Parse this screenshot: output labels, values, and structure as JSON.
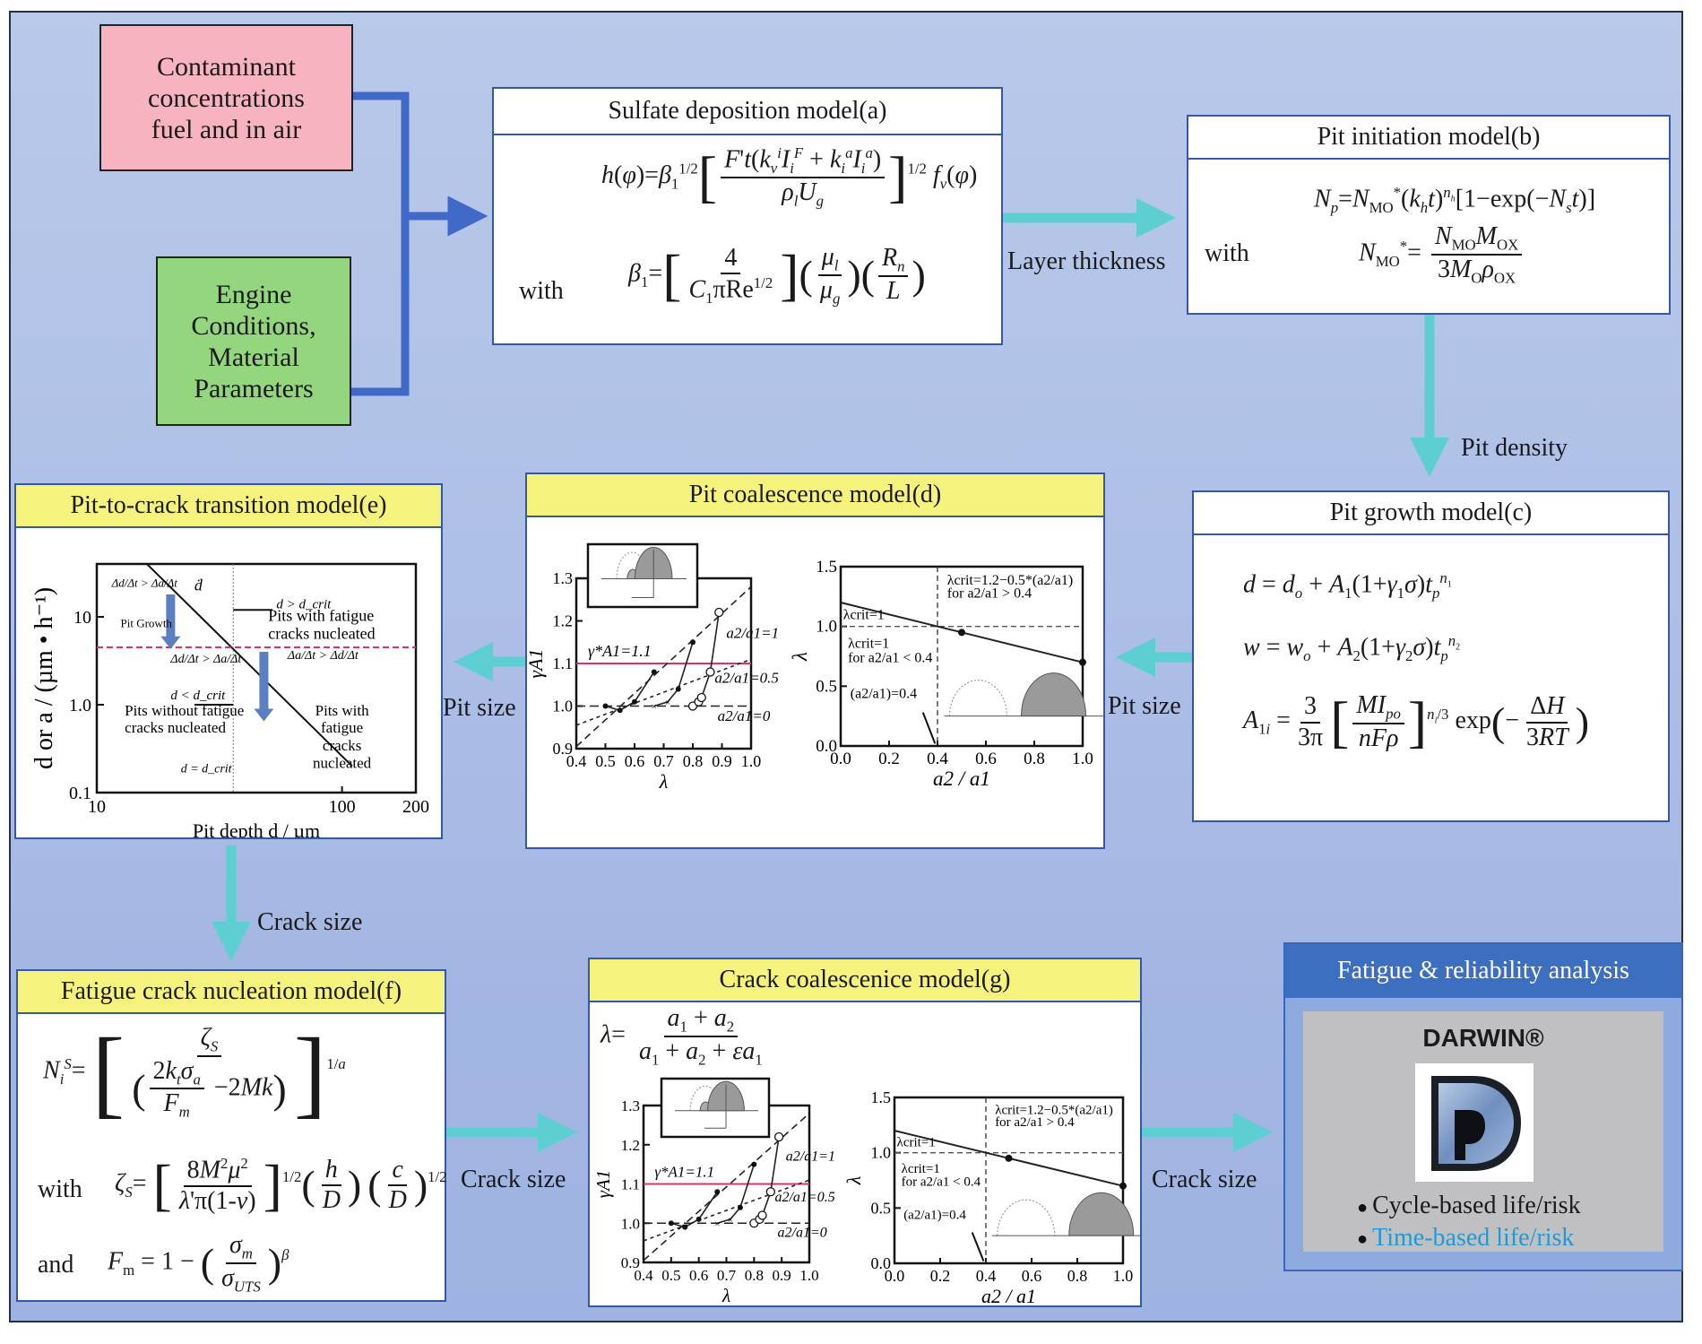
{
  "inputs": {
    "contaminant": [
      "Contaminant",
      "concentrations",
      "fuel and in air"
    ],
    "engine": [
      "Engine",
      "Conditions,",
      "Material",
      "Parameters"
    ]
  },
  "models": {
    "sulfate": {
      "title": "Sulfate deposition model(a)",
      "with_label": "with"
    },
    "pit_initiation": {
      "title": "Pit initiation model(b)",
      "with_label": "with"
    },
    "pit_growth": {
      "title": "Pit growth model(c)"
    },
    "pit_coalescence": {
      "title": "Pit coalescence model(d)"
    },
    "pit_to_crack": {
      "title": "Pit-to-crack transition model(e)"
    },
    "fatigue_nucleation": {
      "title": "Fatigue crack nucleation model(f)",
      "with_label": "with",
      "and_label": "and"
    },
    "crack_coalescence": {
      "title": "Crack coalescenice model(g)"
    }
  },
  "connectors": {
    "layer_thickness": "Layer thickness",
    "pit_density": "Pit density",
    "pit_size_1": "Pit size",
    "pit_size_2": "Pit size",
    "crack_size_1": "Crack size",
    "crack_size_2": "Crack size",
    "crack_size_3": "Crack size"
  },
  "reliability": {
    "title": "Fatigue &  reliability analysis",
    "product": "DARWIN®",
    "bullets": [
      "Cycle-based life/risk",
      "Time-based life/risk"
    ],
    "bullet_colors": [
      "#1a1a1a",
      "#1f9ad6"
    ]
  },
  "colors": {
    "frame_bg": "#aebfe6",
    "model_border": "#3557a6",
    "header_yellow": "#f5f27e",
    "input_pink": "#f7b4c0",
    "input_green": "#93d67d",
    "arrow_blue": "#4169c8",
    "arrow_cyan": "#5dcfd3",
    "reliability_header": "#3d6fc1"
  },
  "chart_data": [
    {
      "id": "pit_to_crack",
      "type": "line",
      "xlabel": "Pit depth d / µm",
      "ylabel": "d or a / (µm • h⁻¹)",
      "xscale": "log",
      "yscale": "log",
      "xlim": [
        10,
        200
      ],
      "ylim": [
        0.1,
        40
      ],
      "xticks": [
        "10",
        "100",
        "200"
      ],
      "yticks": [
        "0.1",
        "1.0",
        "10"
      ],
      "series": [
        {
          "name": "ḋ",
          "x": [
            16,
            110
          ],
          "y": [
            40,
            0.2
          ]
        }
      ],
      "critical_rate": 4.5,
      "critical_depth": 36,
      "annotations": [
        "Δd/Δt > Δa/Δt",
        "Pit Growth",
        "d > d_crit",
        "Pits with fatigue",
        "cracks nucleated",
        "Δa/Δt > Δd/Δt",
        "Δd/Δt > Δa/Δt",
        "d < d_crit",
        "Pits without fatigue",
        "cracks nucleated",
        "d = d_crit",
        "Pits with",
        "fatigue",
        "cracks",
        "nucleated",
        "ḋ"
      ]
    },
    {
      "id": "pit_coalescence_gamma",
      "type": "line",
      "xlabel": "λ",
      "ylabel": "γA1",
      "xlim": [
        0.4,
        1.0
      ],
      "ylim": [
        0.9,
        1.3
      ],
      "xticks": [
        "0.4",
        "0.5",
        "0.6",
        "0.7",
        "0.8",
        "0.9",
        "1.0"
      ],
      "yticks": [
        "0.9",
        "1.0",
        "1.1",
        "1.2",
        "1.3"
      ],
      "threshold_label": "γ*A1=1.1",
      "threshold": 1.1,
      "series": [
        {
          "name": "a2/a1=1",
          "x": [
            0.5,
            0.55,
            0.6,
            0.667,
            0.75,
            0.8,
            0.83,
            0.86,
            0.89
          ],
          "y": [
            1.0,
            0.99,
            1.01,
            1.08,
            1.14,
            1.15,
            1.0,
            1.08,
            1.22
          ]
        },
        {
          "name": "a2/a1=0.5",
          "x": [
            0.667,
            0.714,
            0.75,
            0.8
          ],
          "y": [
            1.0,
            1.01,
            1.04,
            1.15
          ]
        },
        {
          "name": "a2/a1=0",
          "x": [
            0.4,
            1.0
          ],
          "y": [
            1.0,
            1.0
          ]
        }
      ],
      "labels": [
        "a2/a1=1",
        "a2/a1=0.5",
        "a2/a1=0"
      ]
    },
    {
      "id": "pit_coalescence_lambda",
      "type": "line",
      "xlabel": "a2 / a1",
      "ylabel": "λ",
      "xlim": [
        0.0,
        1.0
      ],
      "ylim": [
        0.0,
        1.5
      ],
      "xticks": [
        "0.0",
        "0.2",
        "0.4",
        "0.6",
        "0.8",
        "1.0"
      ],
      "yticks": [
        "0.0",
        "0.5",
        "1.0",
        "1.5"
      ],
      "series": [
        {
          "name": "λcrit",
          "x": [
            0.0,
            0.4,
            0.5,
            1.0
          ],
          "y": [
            1.2,
            1.0,
            0.95,
            0.7
          ]
        }
      ],
      "annotations": [
        "λcrit=1.2−0.5*(a2/a1)",
        "for a2/a1 > 0.4",
        "λcrit=1",
        "λcrit=1",
        "for a2/a1 < 0.4",
        "(a2/a1)=0.4"
      ]
    }
  ]
}
